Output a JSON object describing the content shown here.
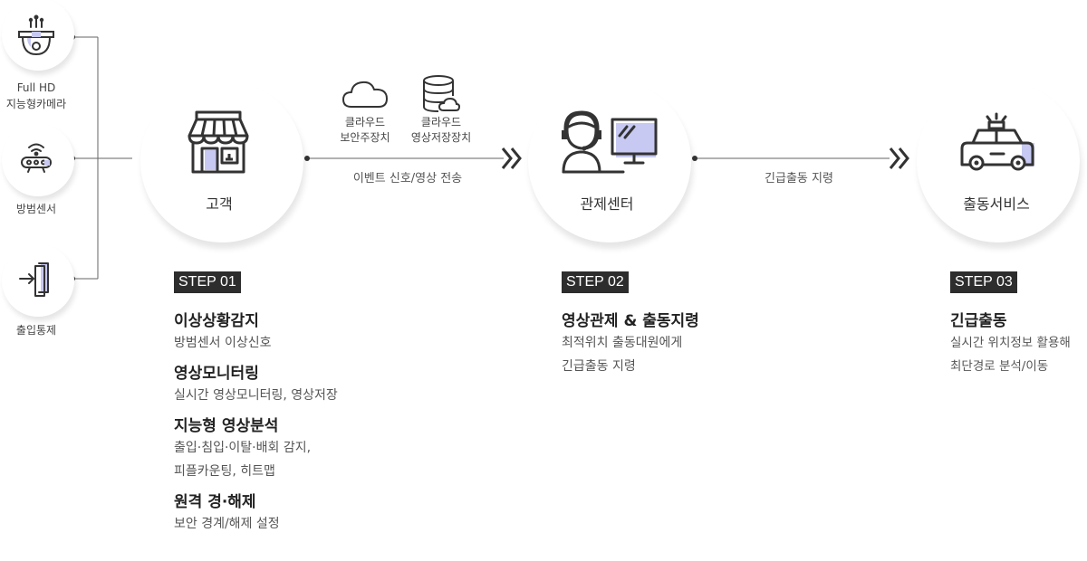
{
  "inputs": {
    "camera": {
      "label_line1": "Full HD",
      "label_line2": "지능형카메라",
      "icon": "cctv-camera-icon"
    },
    "sensor": {
      "label": "방범센서",
      "icon": "motion-sensor-icon"
    },
    "access": {
      "label": "출입통제",
      "icon": "door-entry-icon"
    }
  },
  "nodes": {
    "customer": {
      "label": "고객",
      "icon": "store-icon"
    },
    "control": {
      "label": "관제센터",
      "icon": "operator-monitor-icon"
    },
    "dispatch": {
      "label": "출동서비스",
      "icon": "patrol-car-icon"
    }
  },
  "cloud": {
    "security": {
      "line1": "클라우드",
      "line2": "보안주장치",
      "icon": "cloud-icon"
    },
    "storage": {
      "line1": "클라우드",
      "line2": "영상저장장치",
      "icon": "database-cloud-icon"
    }
  },
  "links": {
    "transfer": "이벤트 신호/영상 전송",
    "order": "긴급출동 지령"
  },
  "steps": [
    {
      "badge": "STEP 01",
      "items": [
        {
          "title": "이상상황감지",
          "lines": [
            "방범센서 이상신호"
          ]
        },
        {
          "title": "영상모니터링",
          "lines": [
            "실시간 영상모니터링, 영상저장"
          ]
        },
        {
          "title": "지능형 영상분석",
          "lines": [
            "출입·침입·이탈·배회 감지,",
            "피플카운팅, 히트맵"
          ]
        },
        {
          "title": "원격 경·해제",
          "lines": [
            "보안 경계/해제 설정"
          ]
        }
      ]
    },
    {
      "badge": "STEP 02",
      "items": [
        {
          "title": "영상관제 & 출동지령",
          "lines": [
            "최적위치 출동대원에게",
            "긴급출동 지령"
          ]
        }
      ]
    },
    {
      "badge": "STEP 03",
      "items": [
        {
          "title": "긴급출동",
          "lines": [
            "실시간 위치정보 활용해",
            "최단경로 분석/이동"
          ]
        }
      ]
    }
  ],
  "colors": {
    "accent": "#c7c9f2",
    "stroke": "#333333",
    "line": "#666666",
    "badge": "#2d2d2d"
  }
}
